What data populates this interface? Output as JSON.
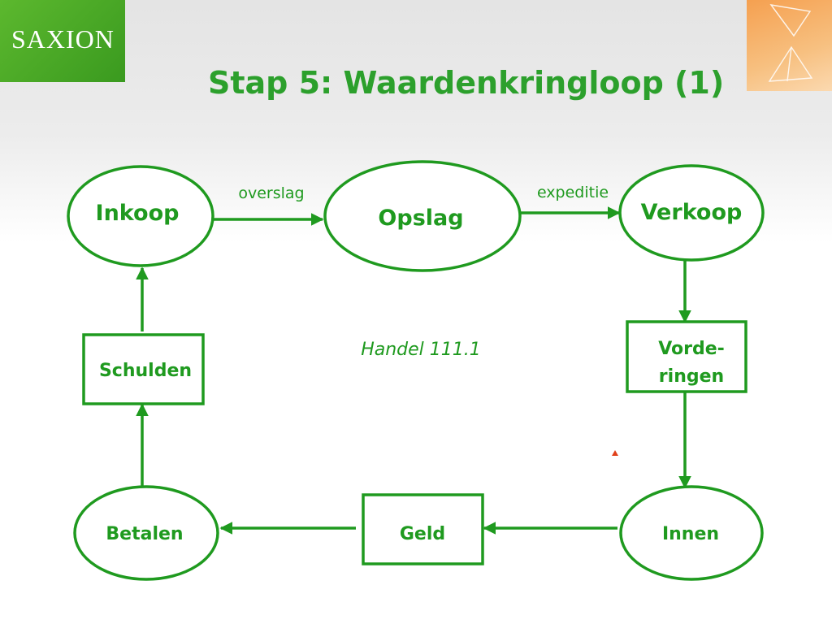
{
  "title": "Stap 5: Waardenkringloop (1)",
  "logo_text": "SAXION",
  "subtitle": "Handel 111.1",
  "colors": {
    "accent": "#1f9a1f",
    "logo_green": "#4aa82a",
    "corner_orange": "#f5a050",
    "marker_red": "#e0401a"
  },
  "nodes": {
    "inkoop": "Inkoop",
    "opslag": "Opslag",
    "verkoop": "Verkoop",
    "vorderingen_1": "Vorde-",
    "vorderingen_2": "ringen",
    "innen": "Innen",
    "geld": "Geld",
    "betalen": "Betalen",
    "schulden": "Schulden"
  },
  "edges": {
    "overslag": "overslag",
    "expeditie": "expeditie"
  }
}
